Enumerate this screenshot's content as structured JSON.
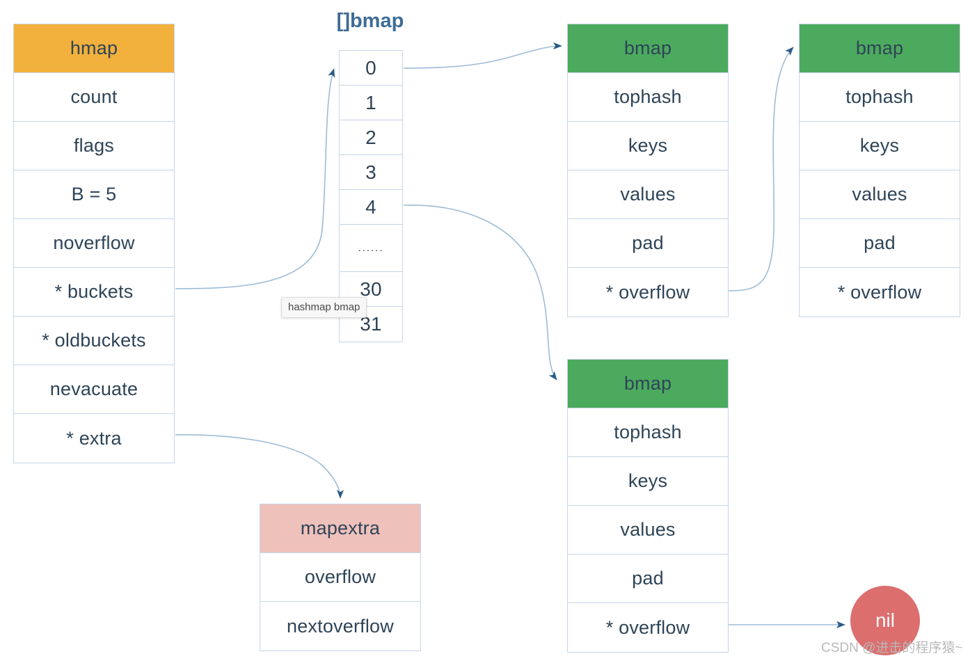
{
  "diagram": {
    "title_array": "[]bmap",
    "colors": {
      "hmap_header": "#F2B13C",
      "bmap_header": "#4CAA5E",
      "mapextra_header": "#EFC1BB",
      "nil_node": "#DC6E6E",
      "border": "#c6d4e3",
      "text": "#2e4457",
      "arrow": "#8FB4D4",
      "title": "#3E6C96"
    }
  },
  "hmap": {
    "header": "hmap",
    "fields": [
      "count",
      "flags",
      "B = 5",
      "noverflow",
      "* buckets",
      "* oldbuckets",
      "nevacuate",
      "* extra"
    ]
  },
  "bmap_array": {
    "title": "[]bmap",
    "cells": [
      "0",
      "1",
      "2",
      "3",
      "4",
      "......",
      "30",
      "31"
    ]
  },
  "bmaps": [
    {
      "id": "bmap-1",
      "header": "bmap",
      "fields": [
        "tophash",
        "keys",
        "values",
        "pad",
        "* overflow"
      ]
    },
    {
      "id": "bmap-2",
      "header": "bmap",
      "fields": [
        "tophash",
        "keys",
        "values",
        "pad",
        "* overflow"
      ]
    },
    {
      "id": "bmap-3",
      "header": "bmap",
      "fields": [
        "tophash",
        "keys",
        "values",
        "pad",
        "* overflow"
      ]
    }
  ],
  "mapextra": {
    "header": "mapextra",
    "fields": [
      "overflow",
      "nextoverflow"
    ]
  },
  "nil_node": {
    "label": "nil"
  },
  "tooltip": {
    "text": "hashmap bmap"
  },
  "watermark": {
    "text": "CSDN @进击的程序猿~"
  }
}
